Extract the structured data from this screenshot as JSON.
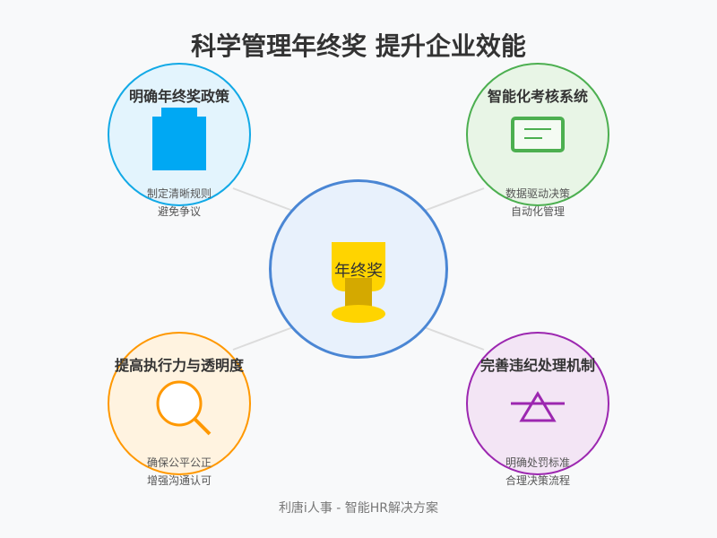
{
  "title": "科学管理年终奖 提升企业效能",
  "center": {
    "label": "年终奖"
  },
  "nodes": {
    "top_left": {
      "heading": "明确年终奖政策",
      "desc": [
        "制定清晰规则",
        "避免争议"
      ],
      "icon": "document-icon"
    },
    "top_right": {
      "heading": "智能化考核系统",
      "desc": [
        "数据驱动决策",
        "自动化管理"
      ],
      "icon": "screen-icon"
    },
    "bottom_left": {
      "heading": "提高执行力与透明度",
      "desc": [
        "确保公平公正",
        "增强沟通认可"
      ],
      "icon": "magnifier-icon"
    },
    "bottom_right": {
      "heading": "完善违纪处理机制",
      "desc": [
        "明确处罚标准",
        "合理决策流程"
      ],
      "icon": "scale-icon"
    }
  },
  "colors": {
    "blue": "#12a9e6",
    "green": "#4caf50",
    "orange": "#ff9800",
    "purple": "#9c27b0",
    "center_border": "#4a86d4",
    "trophy": "#ffd400"
  },
  "footer": "利唐i人事 - 智能HR解决方案"
}
